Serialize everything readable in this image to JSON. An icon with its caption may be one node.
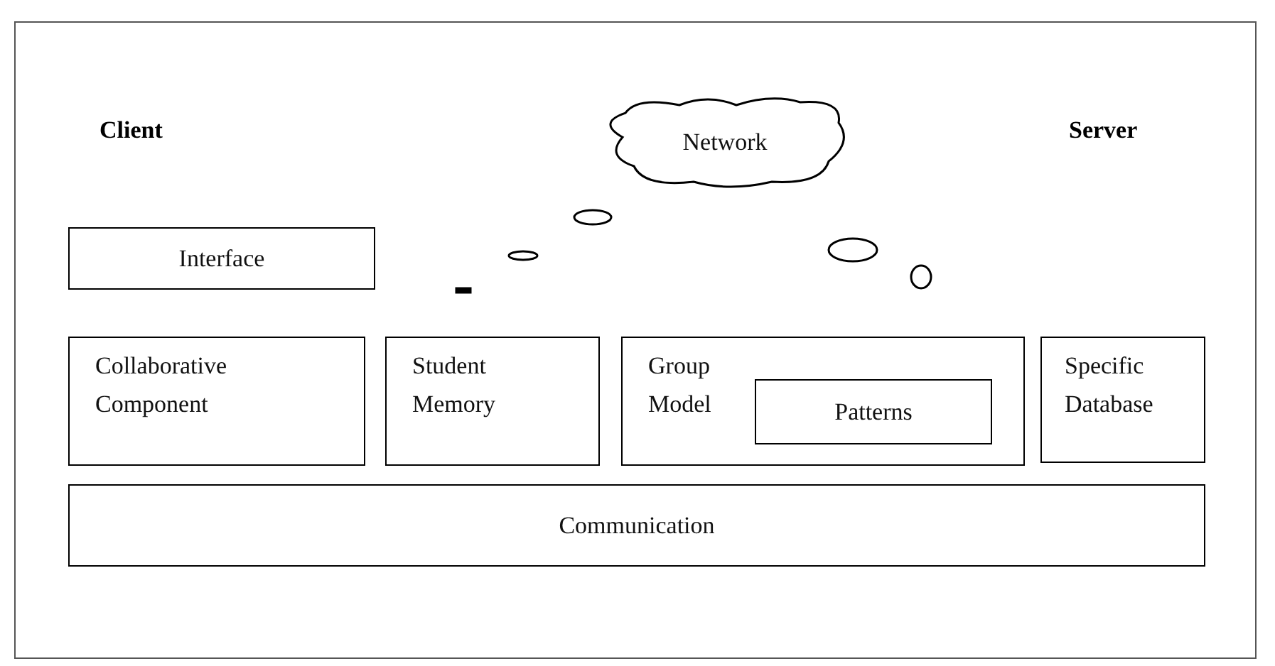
{
  "diagram": {
    "nodes": [
      {
        "text": [
          "Network"
        ]
      },
      {
        "text": [
          "Interface"
        ]
      },
      {
        "text": [
          "Collaborative Component"
        ]
      },
      {
        "text": [
          "Student Memory"
        ]
      },
      {
        "text": [
          "Group Model"
        ]
      },
      {
        "text": [
          "Patterns"
        ],
        "in": 4
      },
      {
        "text": [
          "Specific Database"
        ]
      },
      {
        "text": [
          "Communication"
        ]
      }
    ],
    "labels": [
      "Client",
      "Server"
    ]
  }
}
